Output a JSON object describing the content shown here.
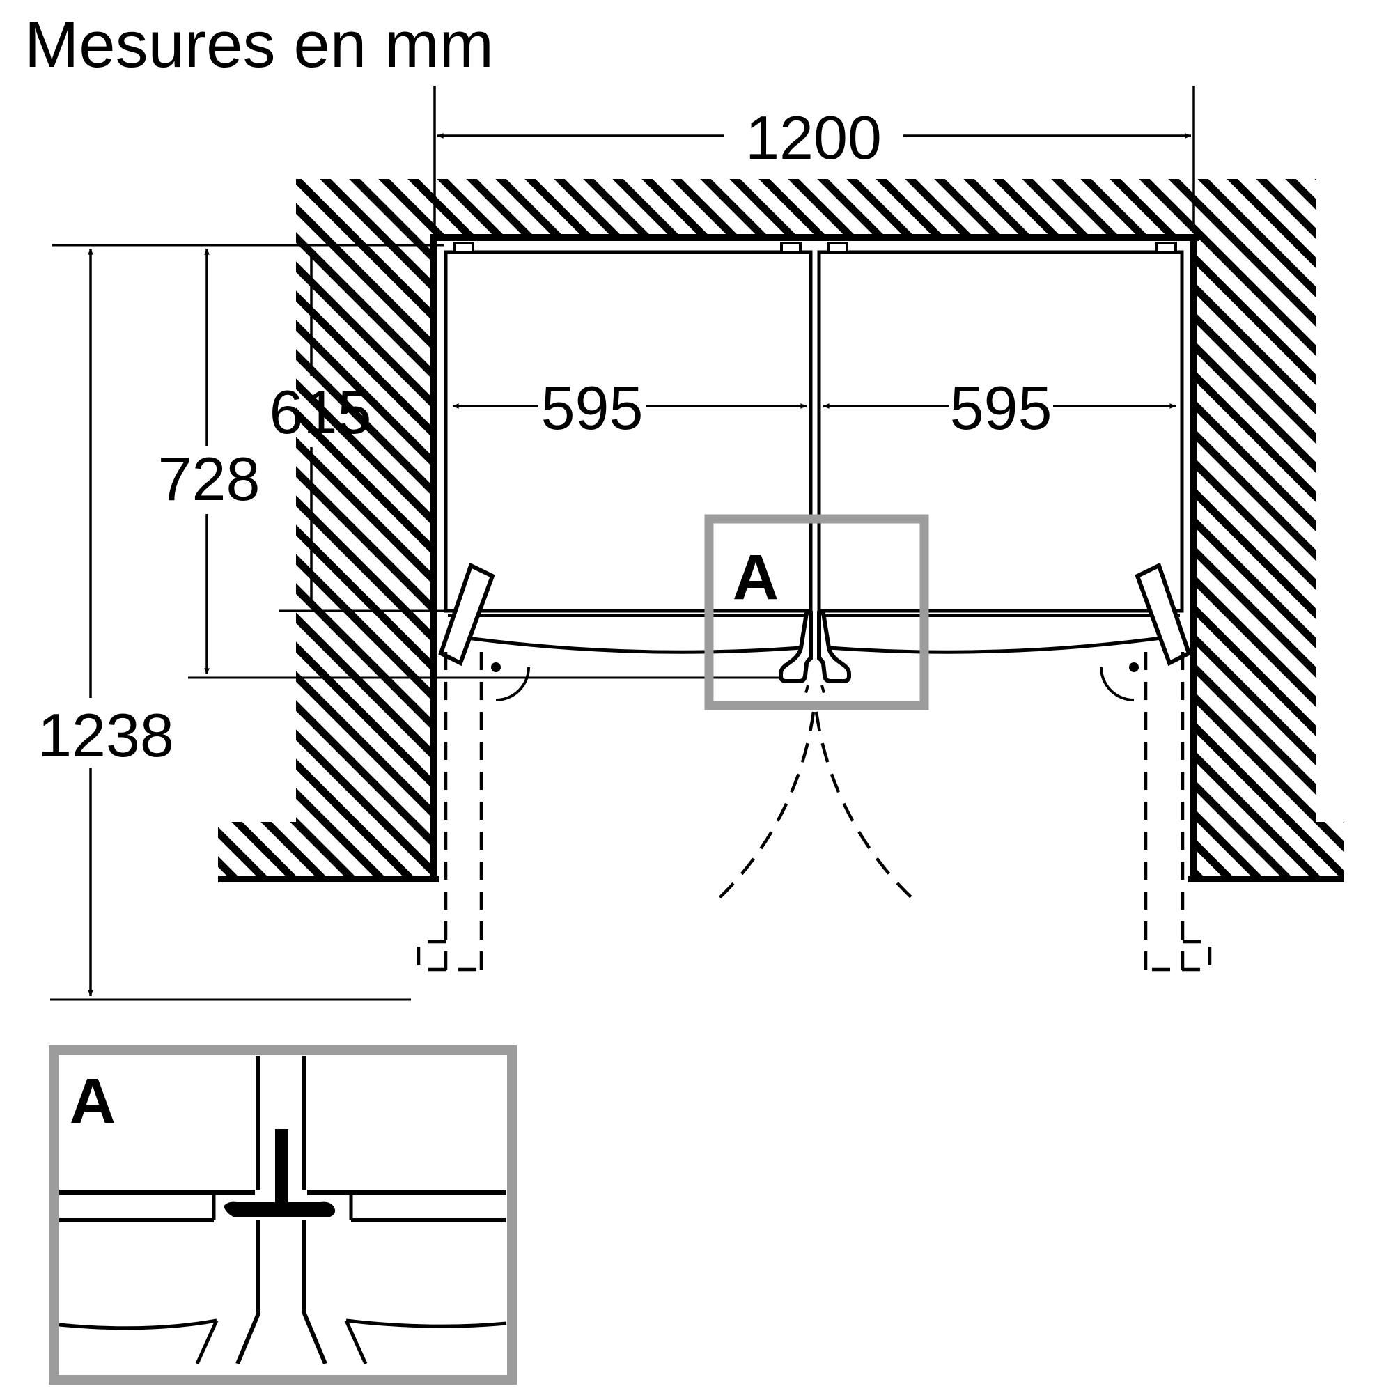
{
  "title": "Mesures en mm",
  "colors": {
    "ink": "#000000",
    "detail_frame_gray": "#9c9c9c",
    "background": "#ffffff"
  },
  "diagram": {
    "type": "top-view niche installation drawing for side-by-side refrigerator",
    "dimensions": {
      "niche_width_mm": "1200",
      "left_door_width_mm": "595",
      "right_door_width_mm": "595",
      "depth_cabinet_mm": "615",
      "depth_incl_handles_mm": "728",
      "depth_door_open_mm": "1238"
    },
    "detail_marker": "A",
    "detail_view_label": "A"
  }
}
